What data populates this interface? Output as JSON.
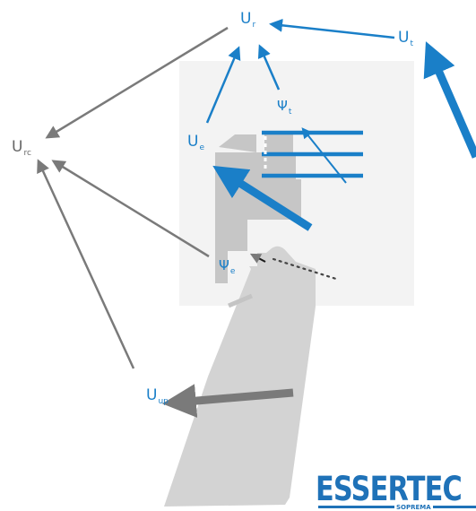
{
  "labels": {
    "ur": {
      "main": "U",
      "sub": "r"
    },
    "ut": {
      "main": "U",
      "sub": "t"
    },
    "urc": {
      "main": "U",
      "sub": "rc"
    },
    "ue": {
      "main": "U",
      "sub": "e"
    },
    "psit": {
      "main": "Ψ",
      "sub": "t"
    },
    "psie": {
      "main": "Ψ",
      "sub": "e"
    },
    "uup": {
      "main": "U",
      "sub": "up"
    }
  },
  "logo": {
    "text": "ESSERTEC",
    "subtext": "SOPREMA"
  },
  "colors": {
    "blue": "#1a7fc8",
    "gray": "#7a7a7a",
    "panel": "#f2f2f2",
    "body": "#d4d4d4"
  }
}
